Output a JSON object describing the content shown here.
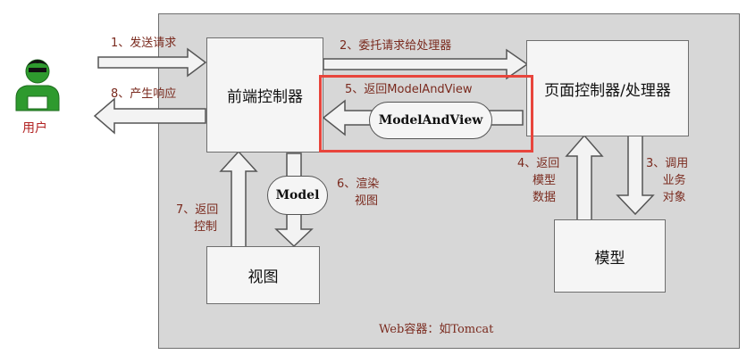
{
  "user": {
    "label": "用户"
  },
  "boxes": {
    "front_controller": "前端控制器",
    "handler": "页面控制器/处理器",
    "view": "视图",
    "model": "模型"
  },
  "steps": {
    "s1": "1、发送请求",
    "s2": "2、委托请求给处理器",
    "s3": [
      "3、调用",
      "业务",
      "对象"
    ],
    "s4": [
      "4、返回",
      "模型",
      "数据"
    ],
    "s5": "5、返回ModelAndView",
    "s6": [
      "6、渲染",
      "视图"
    ],
    "s7": [
      "7、返回",
      "控制"
    ],
    "s8": "8、产生响应"
  },
  "ovals": {
    "model_and_view": "ModelAndView",
    "model": "Model"
  },
  "footer": "Web容器：如Tomcat",
  "colors": {
    "container": "#d7d7d7",
    "box": "#f5f5f5",
    "label": "#7a2a1e",
    "user": "#2e9a2e",
    "highlight": "#e8453c"
  }
}
